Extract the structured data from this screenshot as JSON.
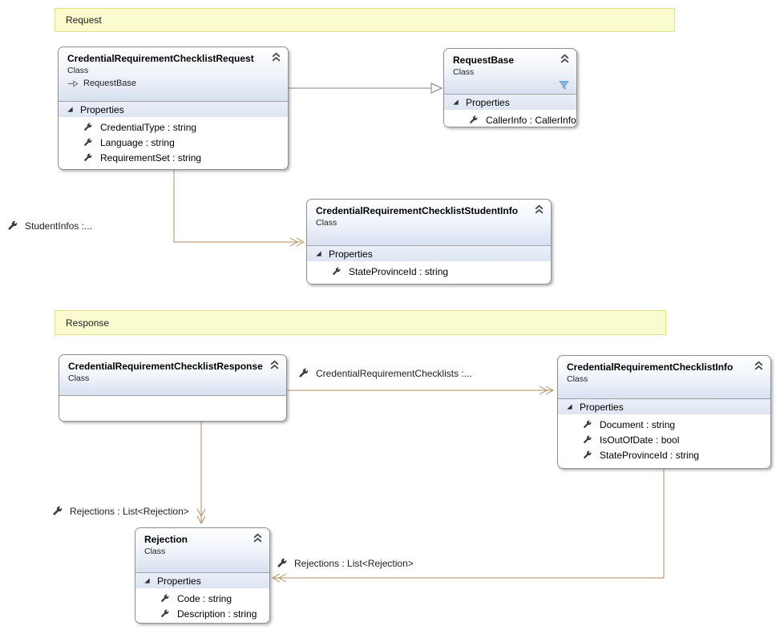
{
  "banners": {
    "request": "Request",
    "response": "Response"
  },
  "boxes": {
    "request": {
      "title": "CredentialRequirementChecklistRequest",
      "kind": "Class",
      "inherits": "RequestBase",
      "compartment": "Properties",
      "props": [
        "CredentialType : string",
        "Language : string",
        "RequirementSet : string"
      ]
    },
    "requestBase": {
      "title": "RequestBase",
      "kind": "Class",
      "compartment": "Properties",
      "props": [
        "CallerInfo : CallerInfo"
      ]
    },
    "studentInfo": {
      "title": "CredentialRequirementChecklistStudentInfo",
      "kind": "Class",
      "compartment": "Properties",
      "props": [
        "StateProvinceId : string"
      ]
    },
    "response": {
      "title": "CredentialRequirementChecklistResponse",
      "kind": "Class"
    },
    "info": {
      "title": "CredentialRequirementChecklistInfo",
      "kind": "Class",
      "compartment": "Properties",
      "props": [
        "Document : string",
        "IsOutOfDate : bool",
        "StateProvinceId : string"
      ]
    },
    "rejection": {
      "title": "Rejection",
      "kind": "Class",
      "compartment": "Properties",
      "props": [
        "Code : string",
        "Description : string"
      ]
    }
  },
  "labels": {
    "studentInfos": "StudentInfos  :...",
    "checklists": "CredentialRequirementChecklists  :...",
    "rejectionsLeft": "Rejections : List<Rejection>",
    "rejectionsRight": "Rejections : List<Rejection>"
  },
  "icons": {
    "wrench": "property (wrench)",
    "collapseChevron": "collapse double chevron up",
    "expanderTriangle": "expanded compartment triangle",
    "filterFunnel": "filtered indicator",
    "inheritsArrow": "inheritance arrow"
  },
  "colors": {
    "bannerFill": "#fbfbd0",
    "bannerBorder": "#e0e084",
    "headerGradientBottom": "#d8e1f1",
    "associationLine": "#b78b5e",
    "inheritanceLine": "#808080",
    "filterBlue": "#7ba7dd"
  }
}
